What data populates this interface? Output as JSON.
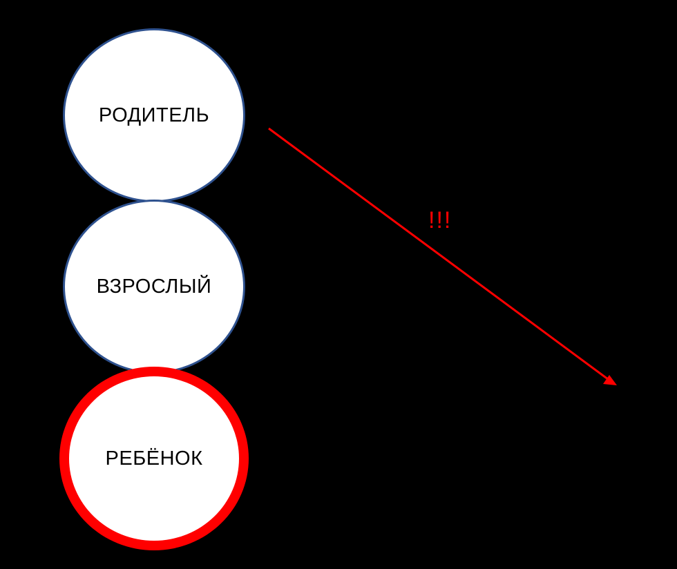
{
  "nodes": {
    "parent": "РОДИТЕЛЬ",
    "adult": "ВЗРОСЛЫЙ",
    "child": "РЕБЁНОК"
  },
  "arrow": {
    "label": "!!!",
    "color": "#ff0000"
  },
  "colors": {
    "background": "#000000",
    "circle_fill": "#ffffff",
    "circle_border": "#2f528f",
    "highlight_border": "#ff0000"
  }
}
